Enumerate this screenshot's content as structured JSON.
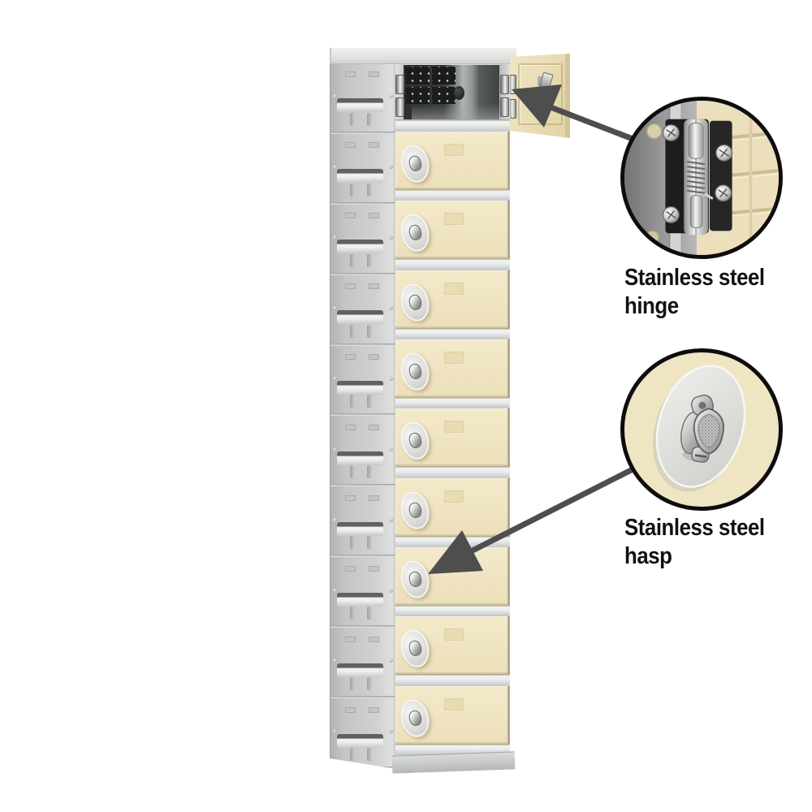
{
  "image": {
    "description": "Ten tier plastic storage locker column, gray frame with tan doors, top compartment door open, with two circular hardware close-up callouts",
    "background": "#ffffff"
  },
  "annotations": {
    "hinge": {
      "line1": "Stainless steel",
      "line2": "hinge"
    },
    "hasp": {
      "line1": "Stainless steel",
      "line2": "hasp"
    }
  },
  "locker": {
    "tier_count": 10,
    "closed_door_count": 9,
    "open_compartment": "top tier, door swung open to the right",
    "side_module_count": 10,
    "colors": {
      "door_tan": "#f0e6c5",
      "door_tan_shade": "#e4d7ad",
      "frame_gray": "#d5d7d7",
      "side_gray": "#c9cbc9",
      "divider_gray": "#d7dadb",
      "interior_dark": "#35383a",
      "arrow": "#4e4e4e",
      "callout_ring": "#0d0d0d",
      "label_text": "#121212"
    }
  }
}
